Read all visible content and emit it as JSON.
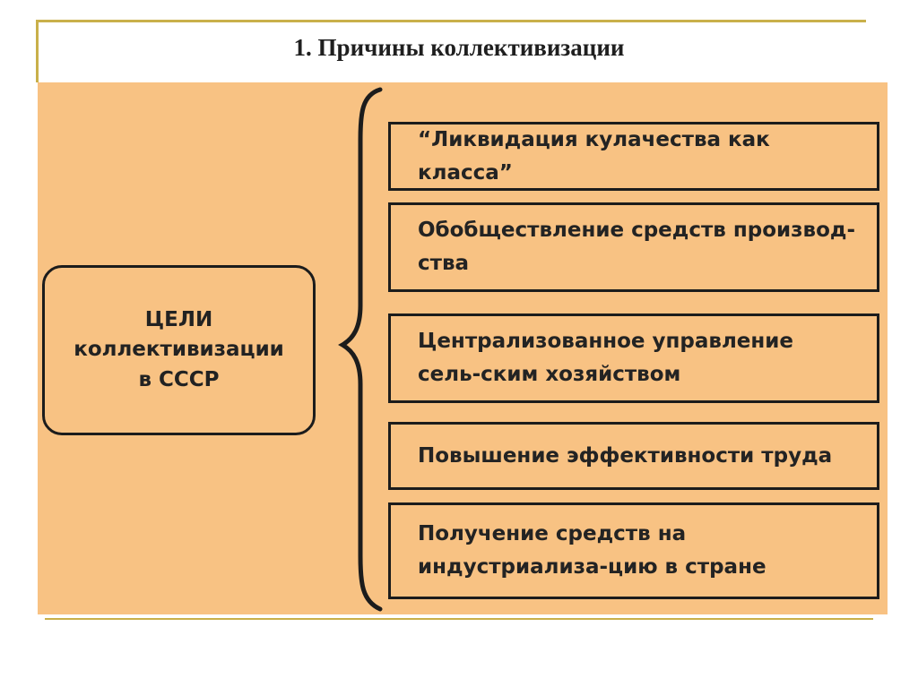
{
  "slide": {
    "title": "1. Причины коллективизации"
  },
  "diagram": {
    "main": {
      "line1": "ЦЕЛИ",
      "line2": "коллективизации",
      "line3": "в СССР"
    },
    "goals": [
      "“Ликвидация кулачества как класса”",
      "Обобществление средств производ-ства",
      "Централизованное управление сель-ским хозяйством",
      "Повышение эффективности труда",
      "Получение средств на индустриализа-цию в стране"
    ]
  },
  "colors": {
    "background": "#f8c283",
    "rule": "#c9b04a",
    "outline": "#1c1c1c"
  }
}
